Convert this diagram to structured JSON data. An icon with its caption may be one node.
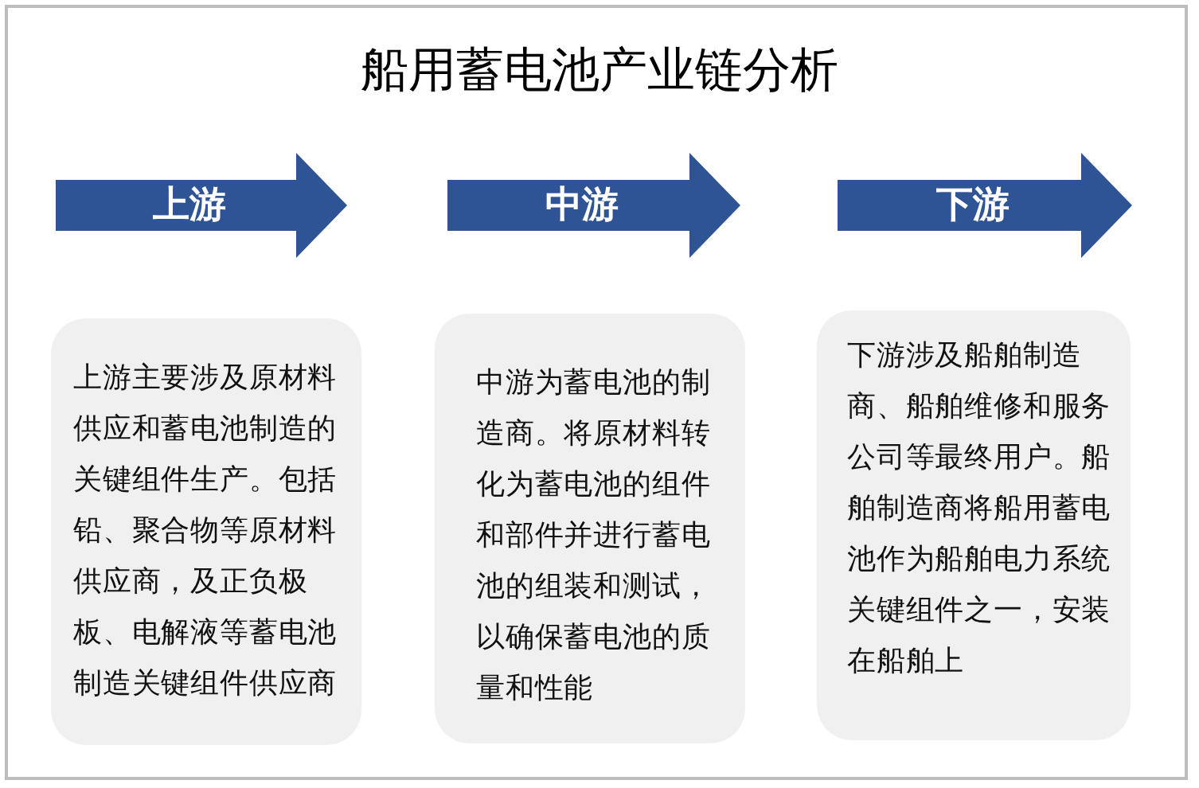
{
  "diagram": {
    "title": "船用蓄电池产业链分析",
    "nodes": [
      {
        "text": [
          "上游"
        ]
      },
      {
        "text": [
          "中游"
        ]
      },
      {
        "text": [
          "下游"
        ]
      },
      {
        "text": [
          "上游主要涉及原材料供应和蓄电池制造的关键组件生产。包括铅、聚合物等原材料供应商，及正负极板、电解液等蓄电池制造关键组件供应商"
        ]
      },
      {
        "text": [
          "中游为蓄电池的制造商。将原材料转化为蓄电池的组件和部件并进行蓄电池的组装和测试，以确保蓄电池的质量和性能"
        ]
      },
      {
        "text": [
          "下游涉及船舶制造商、船舶维修和服务公司等最终用户。船舶制造商将船用蓄电池作为船舶电力系统关键组件之一，安装在船舶上"
        ]
      }
    ]
  }
}
